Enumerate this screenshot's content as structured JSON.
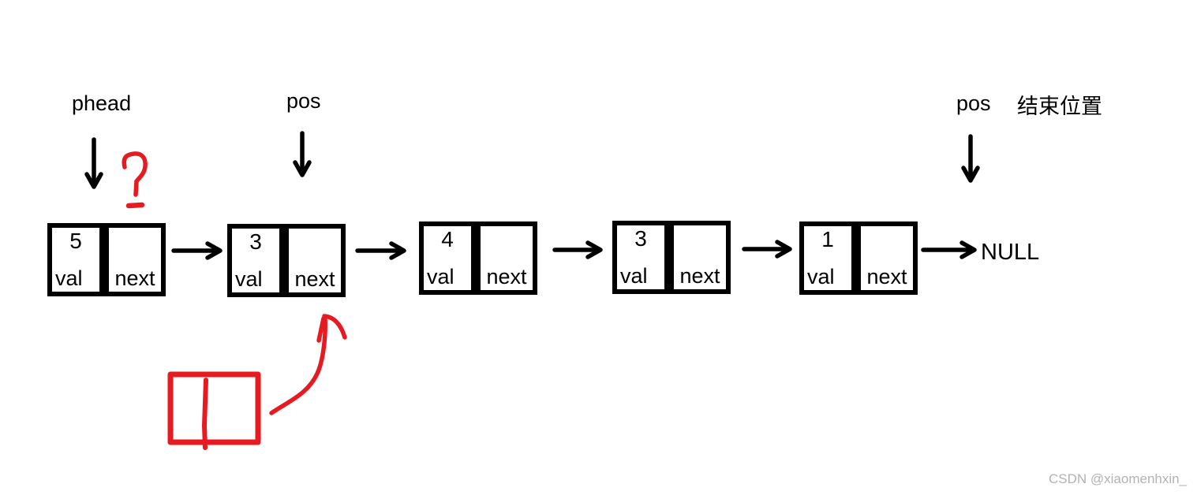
{
  "pointers": {
    "phead": "phead",
    "pos_mid": "pos",
    "pos_end": "pos",
    "pos_end_note": "结束位置"
  },
  "nodes": [
    {
      "value": "5",
      "val_label": "val",
      "next_label": "next"
    },
    {
      "value": "3",
      "val_label": "val",
      "next_label": "next"
    },
    {
      "value": "4",
      "val_label": "val",
      "next_label": "next"
    },
    {
      "value": "3",
      "val_label": "val",
      "next_label": "next"
    },
    {
      "value": "1",
      "val_label": "val",
      "next_label": "next"
    }
  ],
  "terminator": "NULL",
  "watermark": "CSDN @xiaomenhxin_",
  "colors": {
    "ink": "#000000",
    "annotation_red": "#e81a21",
    "watermark_gray": "#b2b2b2"
  }
}
